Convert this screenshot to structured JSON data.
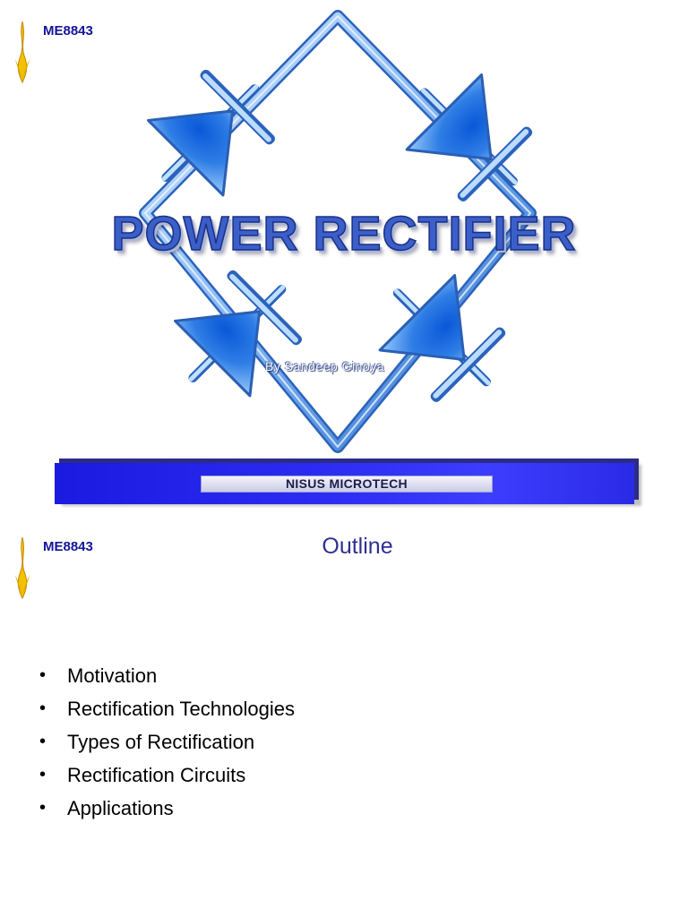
{
  "slide1": {
    "course_code": "ME8843",
    "title": "POWER RECTIFIER",
    "author": "By Sandeep Ginoya",
    "banner_label": "NISUS MICROTECH",
    "logo_icon": "flame-emblem-icon",
    "diagram_icon": "diode-bridge-icon"
  },
  "slide2": {
    "course_code": "ME8843",
    "title": "Outline",
    "logo_icon": "flame-emblem-icon",
    "bullets": [
      "Motivation",
      "Rectification Technologies",
      "Types of Rectification",
      "Rectification Circuits",
      "Applications"
    ]
  },
  "colors": {
    "course_code": "#14149a",
    "title_blue": "#3a5fc8",
    "banner_blue": "#2b2bf2",
    "outline_title": "#2f2f93",
    "diagram_blue": "#4a8ee6"
  }
}
